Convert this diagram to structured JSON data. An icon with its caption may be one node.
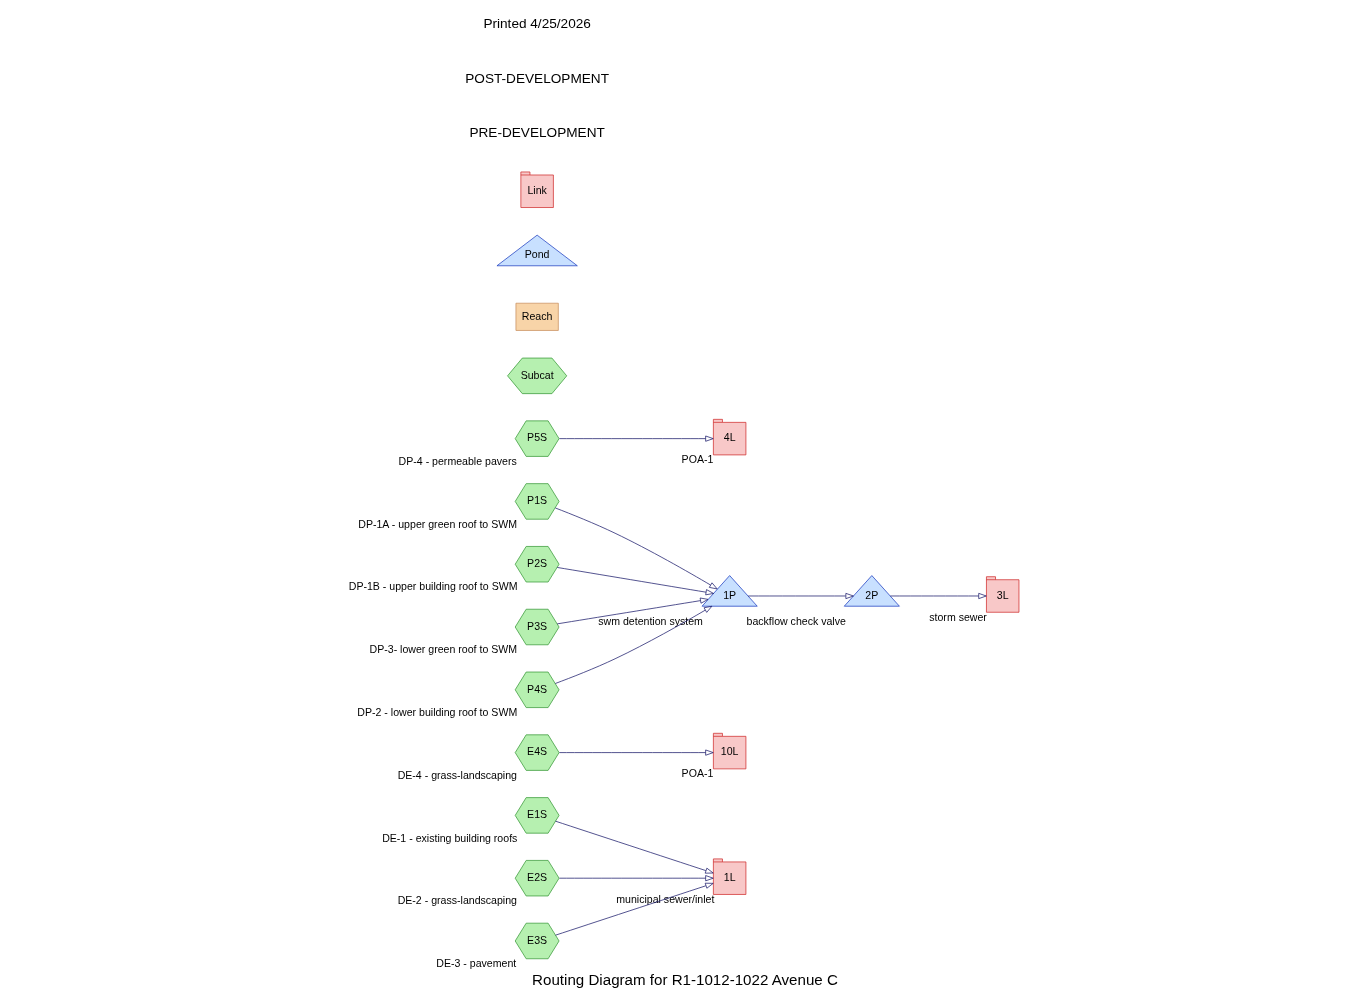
{
  "diagram": {
    "title": "Routing Diagram for R1-1012-1022 Avenue C",
    "nodes": [
      {
        "text": [
          "E1S"
        ],
        "beside": [
          "DE-1 - existing building roofs"
        ]
      },
      {
        "text": [
          "E2S"
        ],
        "beside": [
          "DE-2 - grass-landscaping"
        ]
      },
      {
        "text": [
          "E3S"
        ],
        "beside": [
          "DE-3 - pavement"
        ]
      },
      {
        "text": [
          "1L"
        ],
        "beside": [
          "municipal sewer/inlet"
        ]
      },
      {
        "text": [
          "E4S"
        ],
        "beside": [
          "DE-4 - grass-landscaping"
        ]
      },
      {
        "text": [
          "10L"
        ],
        "beside": [
          "POA-1"
        ]
      },
      {
        "text": [
          "P1S"
        ],
        "beside": [
          "DP-1A - upper green roof to SWM"
        ]
      },
      {
        "text": [
          "P2S"
        ],
        "beside": [
          "DP-1B - upper building roof to SWM"
        ]
      },
      {
        "text": [
          "P3S"
        ],
        "beside": [
          "DP-3- lower green roof to SWM"
        ]
      },
      {
        "text": [
          "P4S"
        ],
        "beside": [
          "DP-2 - lower building roof to SWM"
        ]
      },
      {
        "text": [
          "1P"
        ],
        "beside": [
          "swm detention system"
        ]
      },
      {
        "text": [
          "2P"
        ],
        "beside": [
          "backflow check valve"
        ]
      },
      {
        "text": [
          "3L"
        ],
        "beside": [
          "storm sewer"
        ]
      },
      {
        "text": [
          "P5S"
        ],
        "beside": [
          "DP-4 - permeable pavers"
        ]
      },
      {
        "text": [
          "4L"
        ],
        "beside": [
          "POA-1"
        ]
      },
      {
        "text": [
          "Subcat"
        ]
      },
      {
        "text": [
          "Reach"
        ]
      },
      {
        "text": [
          "Pond"
        ]
      },
      {
        "text": [
          "Link"
        ]
      }
    ],
    "edges": [
      {
        "from": 0,
        "to": 3,
        "arrow": "to"
      },
      {
        "from": 1,
        "to": 3,
        "arrow": "to"
      },
      {
        "from": 2,
        "to": 3,
        "arrow": "to"
      },
      {
        "from": 4,
        "to": 5,
        "arrow": "to"
      },
      {
        "from": 6,
        "to": 10,
        "arrow": "to"
      },
      {
        "from": 7,
        "to": 10,
        "arrow": "to"
      },
      {
        "from": 8,
        "to": 10,
        "arrow": "to"
      },
      {
        "from": 9,
        "to": 10,
        "arrow": "to"
      },
      {
        "from": 10,
        "to": 11,
        "arrow": "to"
      },
      {
        "from": 11,
        "to": 12,
        "arrow": "to"
      },
      {
        "from": 13,
        "to": 14,
        "arrow": "to"
      }
    ],
    "labels": [
      "PRE-DEVELOPMENT",
      "POST-DEVELOPMENT",
      "Printed 4/25/2026"
    ]
  }
}
